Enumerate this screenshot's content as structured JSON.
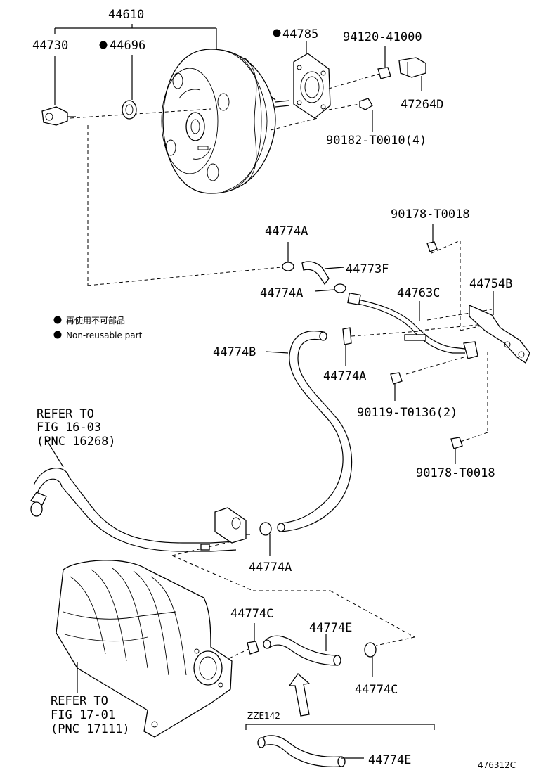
{
  "labels": {
    "p44610": "44610",
    "p44730": "44730",
    "p44696": "44696",
    "p44785": "44785",
    "p94120": "94120-41000",
    "p47264D": "47264D",
    "p90182": "90182-T0010(4)",
    "p90178_top": "90178-T0018",
    "p44774A_1": "44774A",
    "p44773F": "44773F",
    "p44774A_2": "44774A",
    "p44763C": "44763C",
    "p44754B": "44754B",
    "p44774B": "44774B",
    "p44774A_3": "44774A",
    "p90119": "90119-T0136(2)",
    "p90178_bot": "90178-T0018",
    "p44774A_4": "44774A",
    "p44774C_1": "44774C",
    "p44774E_1": "44774E",
    "p44774C_2": "44774C",
    "p44774E_2": "44774E",
    "zze": "ZZE142",
    "code": "476312C"
  },
  "refs": {
    "ref1_line1": "REFER TO",
    "ref1_line2": "FIG 16-03",
    "ref1_line3": "(PNC 16268)",
    "ref2_line1": "REFER TO",
    "ref2_line2": "FIG 17-01",
    "ref2_line3": "(PNC 17111)"
  },
  "legend": {
    "jp": "再使用不可部品",
    "en": "Non-reusable part"
  }
}
